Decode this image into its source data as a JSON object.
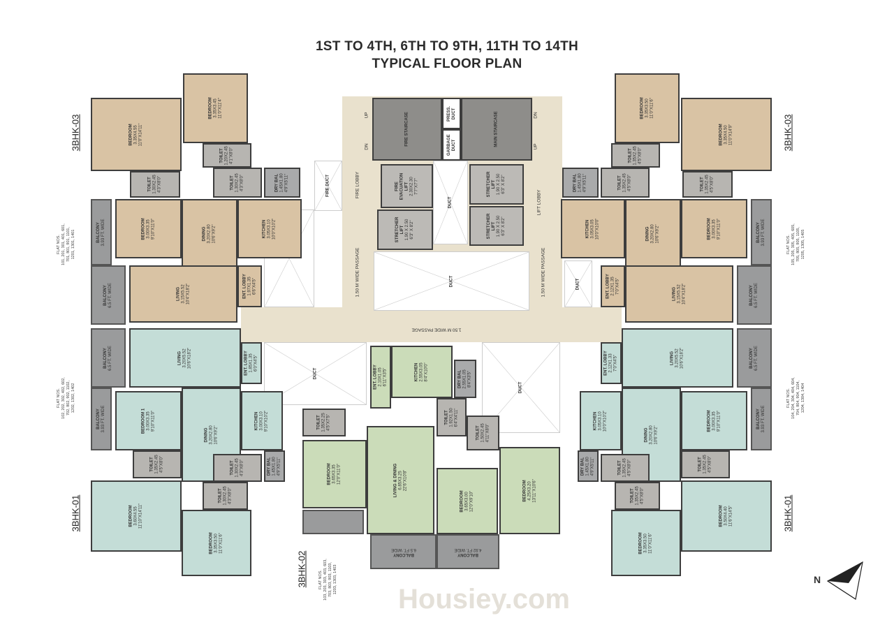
{
  "title": {
    "line1": "1ST TO 4TH, 6TH TO 9TH, 11TH TO 14TH",
    "line2": "TYPICAL FLOOR PLAN"
  },
  "flats": {
    "tl": {
      "label": "3BHK-03",
      "flat_nos_label": "FLAT NOS.",
      "flat_nos": "101, 201, 301, 401, 601, 701, 801, 901, 1101, 1201, 1301, 1401",
      "rooms": [
        {
          "name": "Bedroom",
          "metric": "3.35X4.55",
          "imperial": "11'0\"X14'11\""
        },
        {
          "name": "Bedroom",
          "metric": "3.35X3.45",
          "imperial": "11'0\"X11'4\""
        },
        {
          "name": "Toilet",
          "metric": "1.20X2.45",
          "imperial": "4'1\"X8'0\""
        },
        {
          "name": "Toilet",
          "metric": "1.30X2.45",
          "imperial": "4'3\"X8'0\""
        },
        {
          "name": "Toilet",
          "metric": "1.30X2.45",
          "imperial": "4'3\"X8'0\""
        },
        {
          "name": "Dry Bal",
          "metric": "1.45X1.80",
          "imperial": "4'9\"X5'11\""
        },
        {
          "name": "Bedroom",
          "metric": "3.00X3.35",
          "imperial": "9'10\"X11'0\""
        },
        {
          "name": "Dining",
          "metric": "3.20X2.80",
          "imperial": "10'6\"X9'2\""
        },
        {
          "name": "Kitchen",
          "metric": "3.05X3.10",
          "imperial": "10'0\"X10'2\""
        },
        {
          "name": "Balcony",
          "metric": "3.93 FT. WIDE",
          "imperial": ""
        },
        {
          "name": "Balcony",
          "metric": "6.5 FT. WIDE",
          "imperial": ""
        },
        {
          "name": "Living",
          "metric": "3.15X5.52",
          "imperial": "10'4\"X18'2\""
        },
        {
          "name": "Ent. Lobby",
          "metric": "1.97X1.35",
          "imperial": "6'6\"X4'5\""
        }
      ]
    },
    "tr": {
      "label": "3BHK-03",
      "flat_nos_label": "FLAT NOS.",
      "flat_nos": "105, 205, 305, 405, 605, 705, 805, 905, 1105, 1205, 1305, 1405",
      "rooms": [
        {
          "name": "Bedroom",
          "metric": "3.35X4.50",
          "imperial": "11'0\"X14'9\""
        },
        {
          "name": "Bedroom",
          "metric": "3.35X3.50",
          "imperial": "11'0\"X11'6\""
        },
        {
          "name": "Toilet",
          "metric": "1.35X2.45",
          "imperial": "4'5\"X8'0\""
        },
        {
          "name": "Toilet",
          "metric": "1.35X2.45",
          "imperial": "4'5\"X8'0\""
        },
        {
          "name": "Toilet",
          "metric": "1.35X2.45",
          "imperial": "4'5\"X8'0\""
        },
        {
          "name": "Dry Bal",
          "metric": "1.45X1.80",
          "imperial": "4'9\"X5'11\""
        },
        {
          "name": "Bedroom",
          "metric": "3.00X3.35",
          "imperial": "9'10\"X11'0\""
        },
        {
          "name": "Dining",
          "metric": "3.20X2.80",
          "imperial": "10'6\"X9'2\""
        },
        {
          "name": "Kitchen",
          "metric": "3.05X3.05",
          "imperial": "10'0\"X10'0\""
        },
        {
          "name": "Balcony",
          "metric": "3.93 FT. WIDE",
          "imperial": ""
        },
        {
          "name": "Balcony",
          "metric": "6.5 FT. WIDE",
          "imperial": ""
        },
        {
          "name": "Living",
          "metric": "3.15X5.52",
          "imperial": "10'4\"X18'2\""
        },
        {
          "name": "Ent. Lobby",
          "metric": "2.12X1.35",
          "imperial": "7'0\"X4'5\""
        }
      ]
    },
    "bl": {
      "label": "3BHK-01",
      "flat_nos_label": "FLAT NOS.",
      "flat_nos": "102, 202, 302, 402, 602, 702, 802, 902, 1102, 1202, 1302, 1402",
      "rooms": [
        {
          "name": "Balcony",
          "metric": "6.5 FT. WIDE",
          "imperial": ""
        },
        {
          "name": "Balcony",
          "metric": "3.93 FT. WIDE",
          "imperial": ""
        },
        {
          "name": "Living",
          "metric": "3.20X5.52",
          "imperial": "10'6\"X18'2\""
        },
        {
          "name": "Ent. Lobby",
          "metric": "1.85X1.35",
          "imperial": "6'0\"X4'5\""
        },
        {
          "name": "Bedroom 1",
          "metric": "3.00X3.35",
          "imperial": "9'10\"X11'0\""
        },
        {
          "name": "Dining",
          "metric": "3.20X2.80",
          "imperial": "10'6\"X9'2\""
        },
        {
          "name": "Kitchen",
          "metric": "3.00X3.10",
          "imperial": "9'10\"X10'2\""
        },
        {
          "name": "Toilet",
          "metric": "1.35X2.45",
          "imperial": "4'5\"X8'0\""
        },
        {
          "name": "Toilet",
          "metric": "1.30X2.45",
          "imperial": "4'3\"X8'0\""
        },
        {
          "name": "Dry Bal",
          "metric": "1.45X1.80",
          "imperial": "4'9\"X5'11\""
        },
        {
          "name": "Toilet",
          "metric": "1.30X2.45",
          "imperial": "4'3\"X8'0\""
        },
        {
          "name": "Bedroom",
          "metric": "3.60X4.55",
          "imperial": "11'10\"X14'11\""
        },
        {
          "name": "Bedroom",
          "metric": "3.35X3.50",
          "imperial": "11'0\"X11'6\""
        }
      ]
    },
    "br": {
      "label": "3BHK-01",
      "flat_nos_label": "FLAT NOS.",
      "flat_nos": "104, 204, 304, 404, 604, 704, 804, 904, 1104, 1204, 1304, 1404",
      "rooms": [
        {
          "name": "Balcony",
          "metric": "6.5 FT. WIDE",
          "imperial": ""
        },
        {
          "name": "Balcony",
          "metric": "3.93 FT. WIDE",
          "imperial": ""
        },
        {
          "name": "Living",
          "metric": "3.20X5.52",
          "imperial": "10'6\"X18'2\""
        },
        {
          "name": "Ent. Lobby",
          "metric": "2.12X1.33",
          "imperial": "7'0\"X4'5\""
        },
        {
          "name": "Bedroom",
          "metric": "3.00X3.35",
          "imperial": "9'10\"X11'0\""
        },
        {
          "name": "Dining",
          "metric": "3.20X2.80",
          "imperial": "10'6\"X9'2\""
        },
        {
          "name": "Kitchen",
          "metric": "3.05X3.10",
          "imperial": "10'0\"X10'2\""
        },
        {
          "name": "Toilet",
          "metric": "1.35X2.45",
          "imperial": "4'5\"X8'0\""
        },
        {
          "name": "Toilet",
          "metric": "1.35X2.45",
          "imperial": "4'5\"X8'0\""
        },
        {
          "name": "Dry Bal",
          "metric": "1.45X1.80",
          "imperial": "4'9\"X5'11\""
        },
        {
          "name": "Toilet",
          "metric": "1.35X2.45",
          "imperial": "4'5\"X8'0\""
        },
        {
          "name": "Bedroom",
          "metric": "3.50X4.40",
          "imperial": "11'6\"X14'5\""
        },
        {
          "name": "Bedroom",
          "metric": "3.35X3.50",
          "imperial": "11'0\"X11'6\""
        }
      ]
    },
    "c": {
      "label": "3BHK-02",
      "flat_nos_label": "FLAT NOS.",
      "flat_nos": "103, 203, 303, 403, 603, 703, 803, 903, 1103, 1203, 1303, 1403",
      "rooms": [
        {
          "name": "Ent. Lobby",
          "metric": "2.10X1.05",
          "imperial": "6'11\"X3'5\""
        },
        {
          "name": "Kitchen",
          "metric": "2.55X3.05",
          "imperial": "8'4\"X10'0\""
        },
        {
          "name": "Dry Bal",
          "metric": "2.55X1.05",
          "imperial": "8'4\"X3'5\""
        },
        {
          "name": "Toilet",
          "metric": "1.35X2.25",
          "imperial": "4'5\"X7'5\""
        },
        {
          "name": "Toilet",
          "metric": "1.92X1.50",
          "imperial": "6'4\"X4'11\""
        },
        {
          "name": "Toilet",
          "metric": "1.50X2.45",
          "imperial": "4'11\"X8'0\""
        },
        {
          "name": "Bedroom",
          "metric": "3.65X3.35",
          "imperial": "12'0\"X11'0\""
        },
        {
          "name": "Living & Dining",
          "metric": "6.85X3.25",
          "imperial": "22'6\"X10'8\""
        },
        {
          "name": "Bedroom",
          "metric": "3.65X3.00",
          "imperial": "12'0\"X9'10\""
        },
        {
          "name": "Bedroom",
          "metric": "4.25X3.20",
          "imperial": "13'11\"X10'6\""
        },
        {
          "name": "Balcony",
          "metric": "",
          "imperial": ""
        },
        {
          "name": "Balcony",
          "metric": "6.5 FT. WIDE",
          "imperial": ""
        },
        {
          "name": "Balcony",
          "metric": "4.92 FT. WIDE",
          "imperial": ""
        }
      ]
    }
  },
  "core": {
    "fire_staircase": "Fire Staircase",
    "main_staircase": "Main Staircase",
    "press_duct": "Press. Duct",
    "garbage_duct": "Garbage Duct",
    "fire_duct": "Fire Duct",
    "fire_lobby": "Fire Lobby",
    "lift_lobby": "Lift Lobby",
    "duct": "Duct",
    "fire_evac_lift": {
      "name": "Fire Evacuation Lift",
      "metric": "2.30X2.30",
      "imperial": "7'7\"X7'7\""
    },
    "stretcher_lift": {
      "name": "Stretcher Lift",
      "metric": "1.90 X 2.50",
      "imperial": "6'3\" X 8'2\""
    },
    "passage": "1.50 M Wide Passage",
    "up": "UP",
    "dn": "DN"
  },
  "watermark": "Housiey.com",
  "compass": {
    "label": "N"
  },
  "colors": {
    "flat_03": "#d9c3a4",
    "flat_01": "#c4ddd7",
    "flat_02": "#cbdcb9",
    "wall": "#3d3d3d",
    "core": "#e9e1cd"
  }
}
